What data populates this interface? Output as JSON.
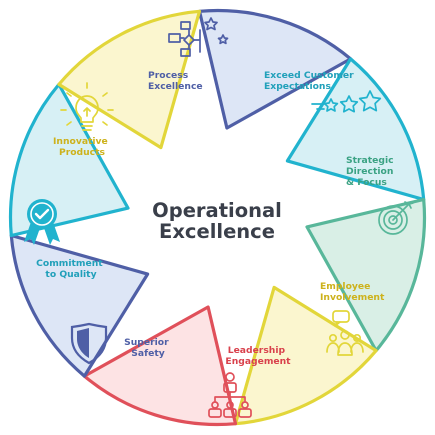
{
  "center": {
    "line1": "Operational",
    "line2": "Excellence"
  },
  "segments": [
    {
      "id": "process-excellence",
      "label": [
        "Process",
        "Excellence"
      ],
      "icon": "flowchart-icon",
      "fill": "#dde6f6",
      "stroke": "#4f5fa6",
      "text": "#4f5fa6"
    },
    {
      "id": "exceed-customer-expectations",
      "label": [
        "Exceed Customer",
        "Expectations"
      ],
      "icon": "stars-rating-icon",
      "fill": "#d7f0f5",
      "stroke": "#21b3ce",
      "text": "#21a0ba"
    },
    {
      "id": "strategic-direction-focus",
      "label": [
        "Strategic",
        "Direction",
        "& Focus"
      ],
      "icon": "target-icon",
      "fill": "#d9efe6",
      "stroke": "#58b79a",
      "text": "#3aa283"
    },
    {
      "id": "employee-involvement",
      "label": [
        "Employee",
        "Involvement"
      ],
      "icon": "team-chat-icon",
      "fill": "#fbf6cf",
      "stroke": "#e2d63a",
      "text": "#cdb21c"
    },
    {
      "id": "leadership-engagement",
      "label": [
        "Leadership",
        "Engagement"
      ],
      "icon": "org-chart-icon",
      "fill": "#fde3e4",
      "stroke": "#e0505a",
      "text": "#d9414c"
    },
    {
      "id": "superior-safety",
      "label": [
        "Superior",
        "Safety"
      ],
      "icon": "shield-icon",
      "fill": "#dde6f6",
      "stroke": "#4f5fa6",
      "text": "#4f5fa6"
    },
    {
      "id": "commitment-to-quality",
      "label": [
        "Commitment",
        "to Quality"
      ],
      "icon": "quality-badge-icon",
      "fill": "#d7f0f5",
      "stroke": "#21b3ce",
      "text": "#21a0ba"
    },
    {
      "id": "innovative-products",
      "label": [
        "Innovative",
        "Products"
      ],
      "icon": "lightbulb-icon",
      "fill": "#fbf6cf",
      "stroke": "#e2d63a",
      "text": "#cdb21c"
    }
  ]
}
